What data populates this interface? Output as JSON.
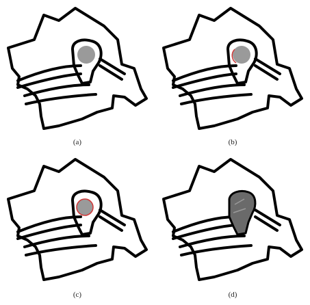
{
  "figure": {
    "panels": [
      {
        "id": "a",
        "caption": "(a)",
        "marker": "gray-filled-circle"
      },
      {
        "id": "b",
        "caption": "(b)",
        "marker": "gray-circle-partial-red-outline"
      },
      {
        "id": "c",
        "caption": "(c)",
        "marker": "gray-circle-red-outline"
      },
      {
        "id": "d",
        "caption": "(d)",
        "marker": "dark-gray-segmented-region"
      }
    ],
    "colors": {
      "outline": "#000000",
      "fill_light": "#9a9a9a",
      "fill_dark": "#6a6a6a",
      "contour_red": "#d03a3a",
      "background": "#ffffff"
    }
  }
}
